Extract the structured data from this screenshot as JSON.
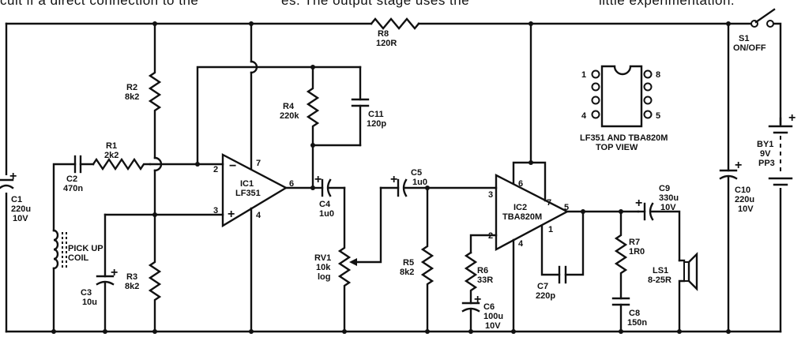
{
  "header_text": {
    "left": "cuit if a direct connection to the",
    "middle": "es. The output stage uses the",
    "right": "little experimentation."
  },
  "components": {
    "R1": {
      "ref": "R1",
      "value": "2k2"
    },
    "R2": {
      "ref": "R2",
      "value": "8k2"
    },
    "R3": {
      "ref": "R3",
      "value": "8k2"
    },
    "R4": {
      "ref": "R4",
      "value": "220k"
    },
    "R5": {
      "ref": "R5",
      "value": "8k2"
    },
    "R6": {
      "ref": "R6",
      "value": "33R"
    },
    "R7": {
      "ref": "R7",
      "value": "1R0"
    },
    "R8": {
      "ref": "R8",
      "value": "120R"
    },
    "RV1": {
      "ref": "RV1",
      "value": "10k",
      "taper": "log"
    },
    "C1": {
      "ref": "C1",
      "value": "220u",
      "voltage": "10V"
    },
    "C2": {
      "ref": "C2",
      "value": "470n"
    },
    "C3": {
      "ref": "C3",
      "value": "10u"
    },
    "C4": {
      "ref": "C4",
      "value": "1u0"
    },
    "C5": {
      "ref": "C5",
      "value": "1u0"
    },
    "C6": {
      "ref": "C6",
      "value": "100u",
      "voltage": "10V"
    },
    "C7": {
      "ref": "C7",
      "value": "220p"
    },
    "C8": {
      "ref": "C8",
      "value": "150n"
    },
    "C9": {
      "ref": "C9",
      "value": "330u",
      "voltage": "10V"
    },
    "C10": {
      "ref": "C10",
      "value": "220u",
      "voltage": "10V"
    },
    "C11": {
      "ref": "C11",
      "value": "120p"
    },
    "IC1": {
      "ref": "IC1",
      "part": "LF351"
    },
    "IC2": {
      "ref": "IC2",
      "part": "TBA820M"
    },
    "LS1": {
      "ref": "LS1",
      "value": "8-25R"
    },
    "BY1": {
      "ref": "BY1",
      "value": "9V",
      "type": "PP3"
    },
    "S1": {
      "ref": "S1",
      "function": "ON/OFF"
    },
    "coil": {
      "line1": "PICK UP",
      "line2": "COIL"
    }
  },
  "pins": {
    "ic1": {
      "inv": "2",
      "noninv": "3",
      "out": "6",
      "vplus": "7",
      "vminus": "4",
      "minus_sign": "−",
      "plus_sign": "+"
    },
    "ic2": {
      "in": "3",
      "fb": "2",
      "out": "5",
      "p6": "6",
      "p7": "7",
      "p1": "1",
      "p4": "4"
    }
  },
  "pinout": {
    "left_pins": [
      "1",
      "4"
    ],
    "right_pins": [
      "8",
      "5"
    ],
    "caption_line1": "LF351 AND TBA820M",
    "caption_line2": "TOP VIEW"
  },
  "polarity_mark": "+"
}
